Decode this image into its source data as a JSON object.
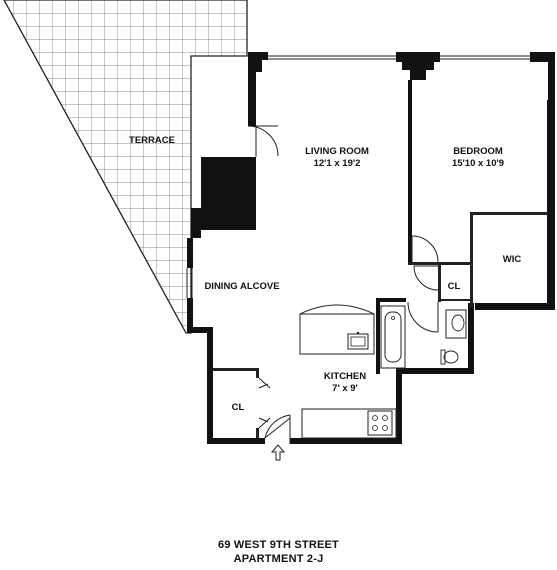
{
  "rooms": {
    "terrace": {
      "label": "TERRACE"
    },
    "living_room": {
      "label": "LIVING ROOM",
      "dimensions": "12'1 x 19'2"
    },
    "bedroom": {
      "label": "BEDROOM",
      "dimensions": "15'10 x 10'9"
    },
    "wic": {
      "label": "WIC"
    },
    "dining_alcove": {
      "label": "DINING ALCOVE"
    },
    "closet_bath": {
      "label": "CL"
    },
    "closet_entry": {
      "label": "CL"
    },
    "kitchen": {
      "label": "KITCHEN",
      "dimensions": "7' x 9'"
    }
  },
  "address": {
    "street": "69 WEST 9TH STREET",
    "unit": "APARTMENT 2-J"
  },
  "colors": {
    "wall": "#111111",
    "line": "#222222",
    "background": "#ffffff"
  },
  "icons": [
    "entry-arrow-icon",
    "sink-icon",
    "stove-icon",
    "bathtub-icon",
    "toilet-icon",
    "vanity-sink-icon"
  ]
}
